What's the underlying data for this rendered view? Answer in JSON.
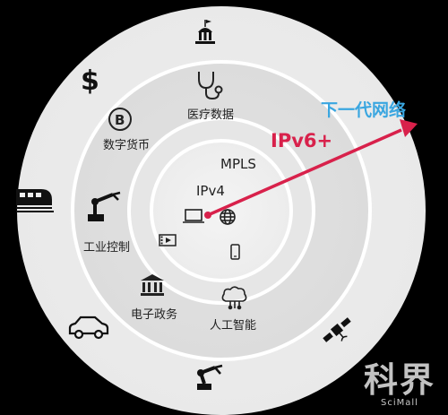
{
  "labels": {
    "next_gen": "下一代网络",
    "ipv6plus": "IPv6+",
    "mpls": "MPLS",
    "ipv4": "IPv4",
    "medical": "医疗数据",
    "digital_currency": "数字货币",
    "industrial": "工业控制",
    "e_gov": "电子政务",
    "ai": "人工智能"
  },
  "watermark": {
    "cn": "科界",
    "en": "SciMall"
  },
  "colors": {
    "next_gen": "#3aa6e0",
    "ipv6plus": "#d8214b",
    "arrow": "#d8214b"
  },
  "icons": [
    "monument-icon",
    "dollar-icon",
    "stethoscope-icon",
    "bitcoin-icon",
    "train-icon",
    "robot-arm-icon",
    "laptop-icon",
    "globe-icon",
    "video-icon",
    "phone-icon",
    "bank-icon",
    "ai-brain-icon",
    "car-icon",
    "satellite-icon",
    "robot-arm-bottom-icon"
  ]
}
